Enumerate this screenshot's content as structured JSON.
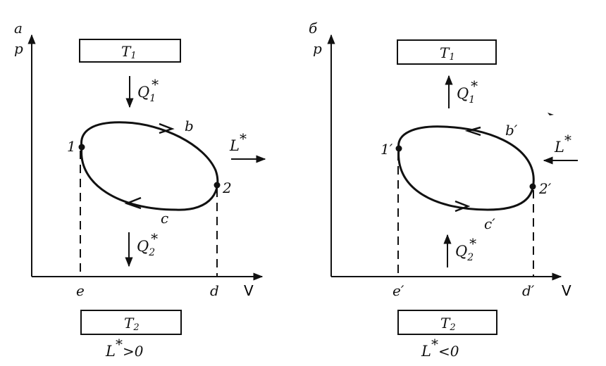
{
  "colors": {
    "ink": "#111111",
    "background": "#ffffff"
  },
  "left": {
    "panel_label": "а",
    "y_axis": "p",
    "x_axis": "V",
    "reservoir_hot": {
      "symbol": "T",
      "index": "1"
    },
    "reservoir_cold": {
      "symbol": "T",
      "index": "2"
    },
    "heat_in": {
      "symbol": "Q",
      "index": "1",
      "star": "*"
    },
    "heat_out": {
      "symbol": "Q",
      "index": "2",
      "star": "*"
    },
    "work": {
      "symbol": "L",
      "star": "*"
    },
    "condition": {
      "symbol": "L",
      "star": "*",
      "tail": ">0"
    },
    "point_1": "1",
    "point_2": "2",
    "arc_b": "b",
    "arc_c": "c",
    "foot_e": "e",
    "foot_d": "d"
  },
  "right": {
    "panel_label": "б",
    "y_axis": "p",
    "x_axis": "V",
    "reservoir_hot": {
      "symbol": "T",
      "index": "1"
    },
    "reservoir_cold": {
      "symbol": "T",
      "index": "2"
    },
    "heat_in": {
      "symbol": "Q",
      "index": "1",
      "star": "*"
    },
    "heat_out": {
      "symbol": "Q",
      "index": "2",
      "star": "*"
    },
    "work": {
      "symbol": "L",
      "star": "*"
    },
    "condition": {
      "symbol": "L",
      "star": "*",
      "tail": "<0"
    },
    "point_1": "1′",
    "point_2": "2′",
    "arc_b": "b′",
    "arc_c": "c′",
    "foot_e": "e′",
    "foot_d": "d′"
  }
}
